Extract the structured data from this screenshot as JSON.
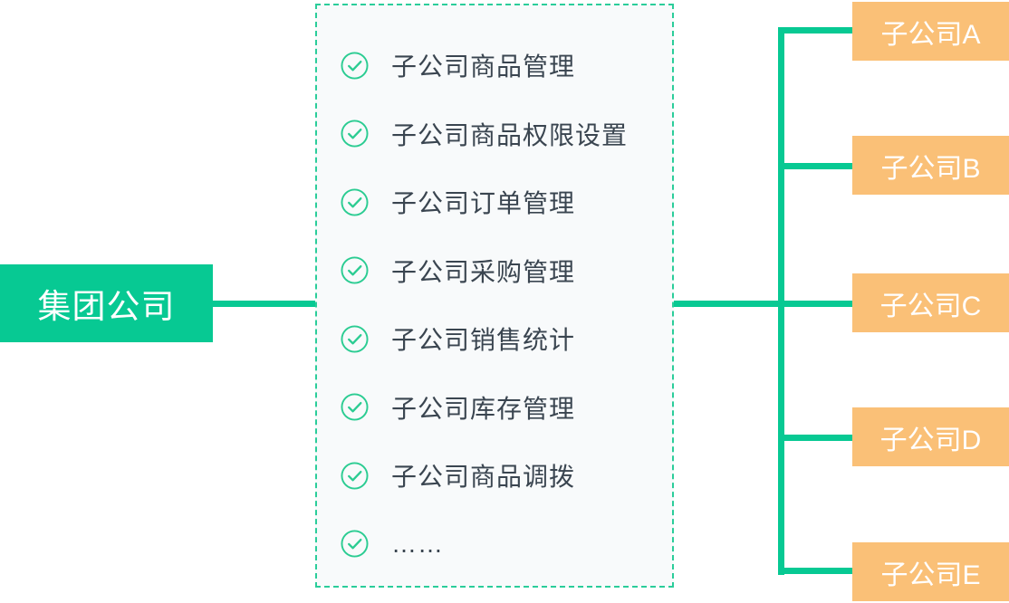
{
  "diagram_title": "group-company-subsidiary-structure",
  "colors": {
    "green": "#07C993",
    "orange": "#FAC077",
    "panel_bg": "#F8FAFB",
    "panel_border": "#2BCD9A",
    "list_text": "#3A4550",
    "node_text": "#FFFFFF"
  },
  "root": {
    "label": "集团公司"
  },
  "features": {
    "items": [
      {
        "label": "子公司商品管理"
      },
      {
        "label": "子公司商品权限设置"
      },
      {
        "label": "子公司订单管理"
      },
      {
        "label": "子公司采购管理"
      },
      {
        "label": "子公司销售统计"
      },
      {
        "label": "子公司库存管理"
      },
      {
        "label": "子公司商品调拨"
      },
      {
        "label": "……"
      }
    ]
  },
  "subsidiaries": [
    {
      "label": "子公司A"
    },
    {
      "label": "子公司B"
    },
    {
      "label": "子公司C"
    },
    {
      "label": "子公司D"
    },
    {
      "label": "子公司E"
    }
  ]
}
